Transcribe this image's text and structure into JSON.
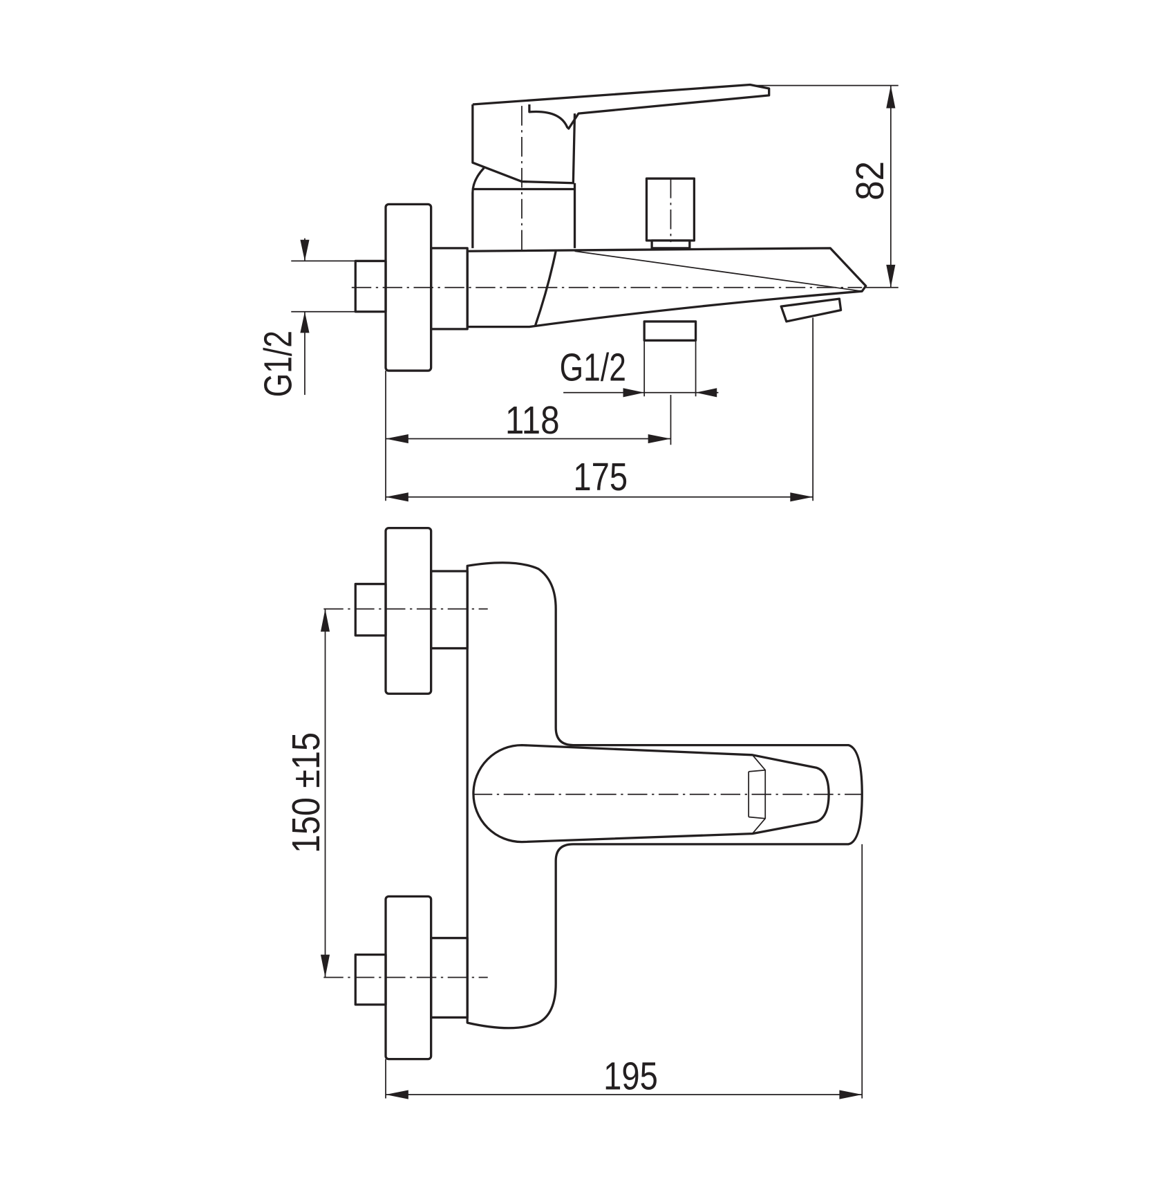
{
  "drawing": {
    "side_view": {
      "height_label": "82",
      "inlet_thread_label": "G1/2",
      "outlet_thread_label": "G1/2",
      "outlet_distance_label": "118",
      "depth_label": "175"
    },
    "front_view": {
      "inlet_spacing_label": "150 ±15",
      "width_label": "195"
    },
    "line_color": "#231f20"
  }
}
